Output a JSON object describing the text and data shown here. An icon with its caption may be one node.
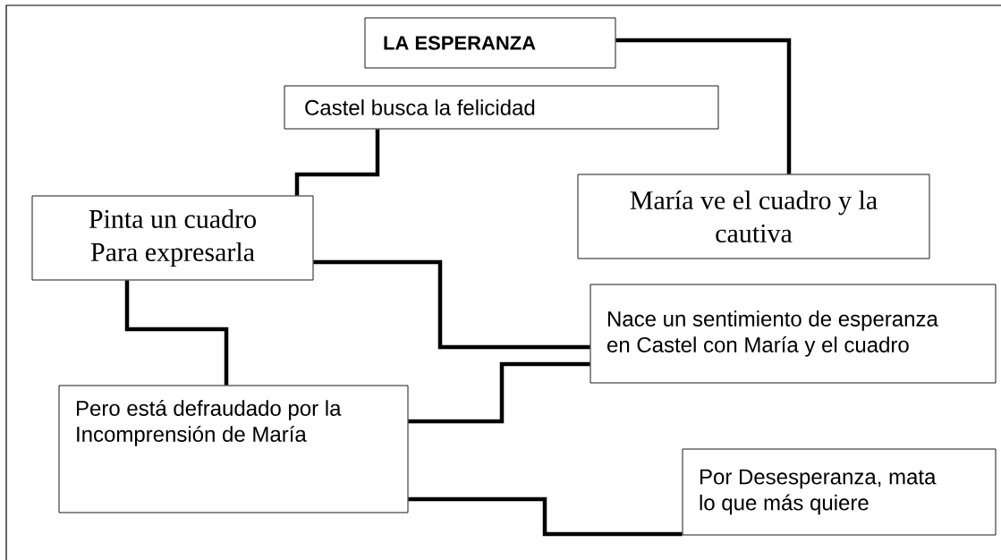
{
  "diagram": {
    "nodes": [
      {
        "text": [
          "LA ESPERANZA"
        ]
      },
      {
        "text": [
          "Castel  busca la felicidad"
        ]
      },
      {
        "text": [
          "María ve el cuadro y la cautiva"
        ]
      },
      {
        "text": [
          "Pinta un cuadro Para expresarla"
        ]
      },
      {
        "text": [
          "Nace un sentimiento de esperanza en Castel con María y el cuadro"
        ]
      },
      {
        "text": [
          "Pero está defraudado por la Incomprensión de María"
        ]
      },
      {
        "text": [
          "Por Desesperanza, mata lo que más quiere"
        ]
      }
    ],
    "edges": [
      {
        "from": 0,
        "to": 2,
        "arrow": "none"
      },
      {
        "from": 1,
        "to": 3,
        "arrow": "none"
      },
      {
        "from": 3,
        "to": 4,
        "arrow": "none"
      },
      {
        "from": 3,
        "to": 5,
        "arrow": "none"
      },
      {
        "from": 5,
        "to": 4,
        "arrow": "none"
      },
      {
        "from": 5,
        "to": 6,
        "arrow": "none"
      }
    ]
  }
}
